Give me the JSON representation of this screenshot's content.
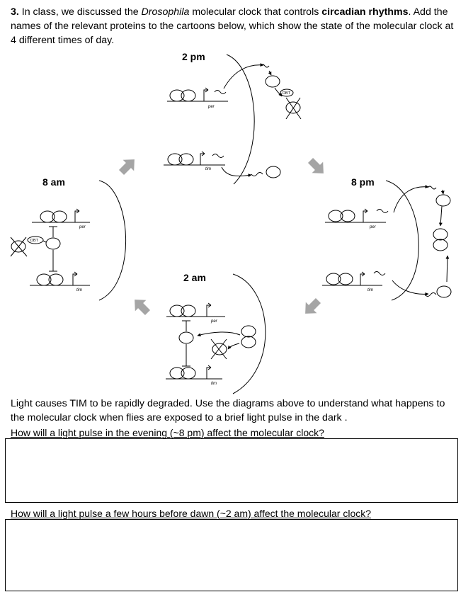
{
  "question": {
    "number": "3.",
    "text1": " In class, we discussed the ",
    "organism": "Drosophila",
    "text2": " molecular clock that controls ",
    "bold_term": "circadian rhythms",
    "text3": ". Add the names of the relevant proteins to the cartoons below, which show the state of the molecular clock at 4 different times of day."
  },
  "diagram": {
    "times": {
      "pm2": "2 pm",
      "am8": "8 am",
      "pm8": "8 pm",
      "am2": "2 am"
    },
    "genes": {
      "per": "per",
      "tim": "tim"
    },
    "kinase": "DBT"
  },
  "paragraph": "Light causes TIM to be rapidly degraded. Use the diagrams above to understand what happens to the molecular clock when flies are exposed to a brief light pulse in the dark .",
  "questions": [
    {
      "text": "How will a light pulse in the evening (~8 pm) affect the molecular clock?",
      "answer": ""
    },
    {
      "text": "How will a light pulse a few hours before dawn (~2 am) affect the molecular clock?",
      "answer": ""
    }
  ]
}
